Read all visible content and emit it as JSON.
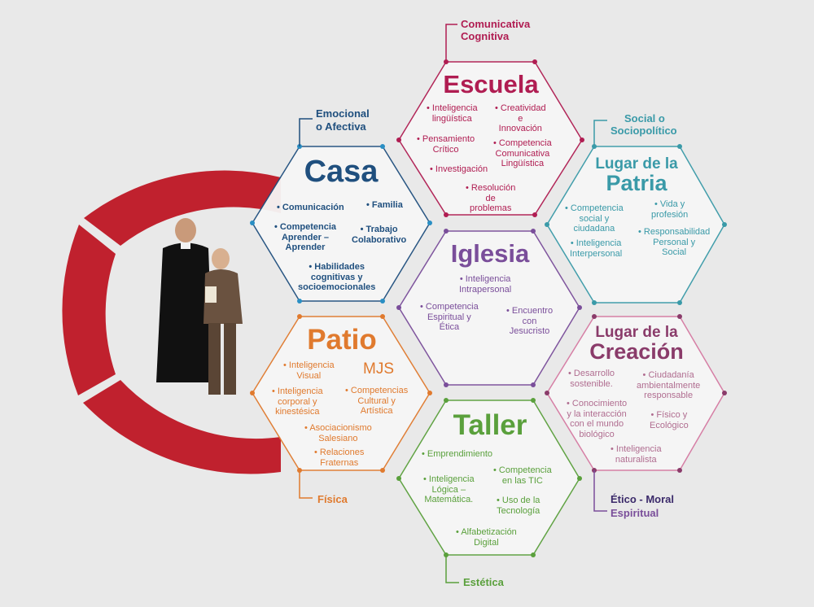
{
  "colors": {
    "escuela": "#b01d52",
    "casa": "#1f4f7e",
    "patria": "#3a9aa8",
    "iglesia": "#7a4e9a",
    "creacion": "#8a3b6a",
    "patio": "#e07a2e",
    "taller": "#5aa03c",
    "ring": "#c0212e",
    "background": "#e9e9e9"
  },
  "dimension_labels": {
    "comunicativa": "Comunicativa",
    "cognitiva": "Cognitiva",
    "emocional": "Emocional",
    "afectiva": "o Afectiva",
    "social": "Social o",
    "sociopolitico": "Sociopolítico",
    "fisica": "Física",
    "estetica": "Estética",
    "etico": "Ético - Moral",
    "espiritual": "Espiritual"
  },
  "escuela": {
    "title": "Escuela",
    "items": [
      "Inteligencia lingüística",
      "Creatividad e Innovación",
      "Pensamiento Crítico",
      "Competencia Comunicativa Lingüística",
      "Investigación",
      "Resolución de problemas"
    ]
  },
  "casa": {
    "title": "Casa",
    "items": [
      "Comunicación",
      "Familia",
      "Competencia Aprender – Aprender",
      "Trabajo Colaborativo",
      "Habilidades cognitivas y socioemocionales"
    ]
  },
  "patria": {
    "title_1": "Lugar de la",
    "title_2": "Patria",
    "items": [
      "Competencia social y ciudadana",
      "Vida y profesión",
      "Responsabilidad Personal y Social",
      "Inteligencia Interpersonal"
    ]
  },
  "iglesia": {
    "title": "Iglesia",
    "items": [
      "Inteligencia Intrapersonal",
      "Competencia Espiritual y Ética",
      "Encuentro con Jesucristo"
    ]
  },
  "creacion": {
    "title_1": "Lugar de la",
    "title_2": "Creación",
    "items": [
      "Desarrollo sostenible.",
      "Ciudadanía ambientalmente responsable",
      "Conocimiento y la interacción con el mundo biológico",
      "Físico y Ecológico",
      "Inteligencia naturalista"
    ]
  },
  "patio": {
    "title": "Patio",
    "mjs": "MJS",
    "items": [
      "Inteligencia Visual",
      "Inteligencia corporal y kinestésica",
      "Competencias Cultural y Artística",
      "Asociacionismo Salesiano",
      "Relaciones Fraternas"
    ]
  },
  "taller": {
    "title": "Taller",
    "items": [
      "Emprendimiento",
      "Inteligencia Lógica – Matemática.",
      "Competencia en las TIC",
      "Uso de la Tecnología",
      "Alfabetización Digital"
    ]
  }
}
